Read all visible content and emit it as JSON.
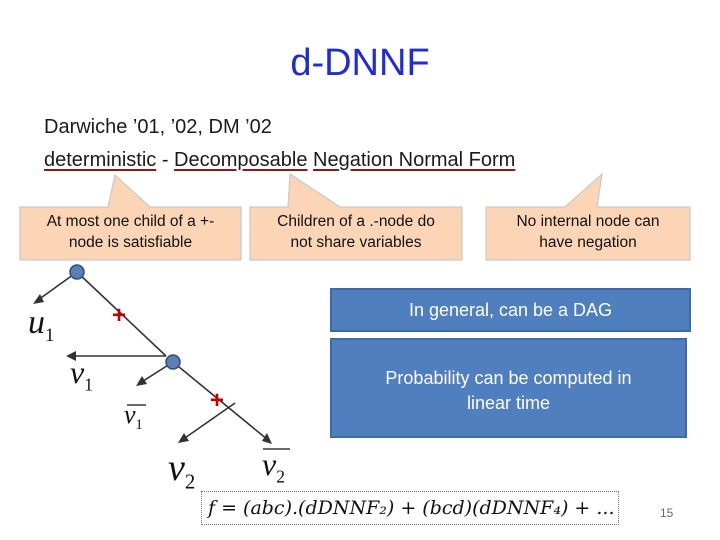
{
  "title": "d-DNNF",
  "citation": "Darwiche ’01, ’02, DM ’02",
  "expansion": {
    "w1": "deterministic",
    "sep": " - ",
    "w2": "Decomposable",
    "w3": "Negation Normal Form"
  },
  "callouts": [
    {
      "line1": "At most one child of a +-",
      "line2": "node is satisfiable"
    },
    {
      "line1": "Children of a .-node do",
      "line2": "not share variables"
    },
    {
      "line1": "No internal node can",
      "line2": "have negation"
    }
  ],
  "boxes": {
    "dag": "In general, can be a DAG",
    "prob_line1": "Probability can be computed in",
    "prob_line2": "linear time"
  },
  "tree": {
    "plus1": "+",
    "plus2": "+",
    "u1_var": "u",
    "u1_sub": "1",
    "v1_var": "v",
    "v1_sub": "1",
    "nv1_var": "v",
    "nv1_sub": "1",
    "v2_var": "v",
    "v2_sub": "2",
    "nv2_var": "v",
    "nv2_sub": "2"
  },
  "formula": "f = (abc).(dDNNF₂) + (bcd)(dDNNF₄) + ...",
  "page_number": "15",
  "colors": {
    "title": "#1f2bd6",
    "callout_fill": "#fbd5b5",
    "blue_box": "#4f7fbf",
    "plus_red": "#c00000",
    "node_blue": "#5b7fb5"
  }
}
